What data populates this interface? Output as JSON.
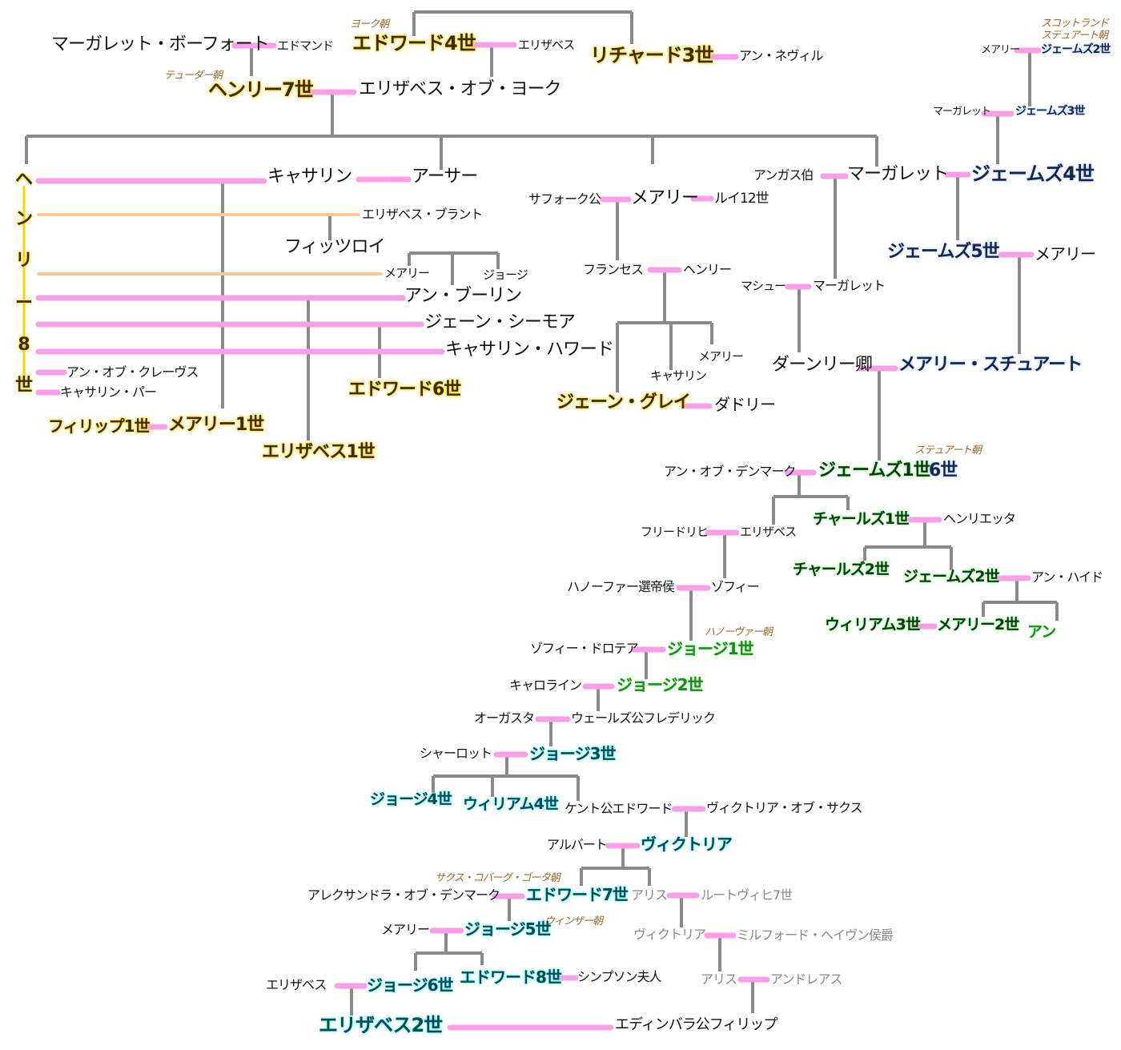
{
  "colors": {
    "marriage": "#f7a0e8",
    "descent": "#8a8a8a",
    "affair": "#f7c89a",
    "tudor_glow": "#ffe34d",
    "scotland": "#16264f",
    "stuart": "#0b3a10",
    "windsor": "#0a4a52",
    "dynasty": "#9a6a2a"
  },
  "henry8_vertical": [
    "ヘ",
    "ン",
    "リ",
    "ー",
    "8",
    "世"
  ],
  "labels": {
    "margaret_beaufort": "マーガレット・ボーフォート",
    "edmund": "エドマンド",
    "york_dynasty": "ヨーク朝",
    "edward4": "エドワード4世",
    "elizabeth_woodville": "エリザベス",
    "richard3": "リチャード3世",
    "anne_neville": "アン・ネヴィル",
    "tudor_dynasty": "テューダー朝",
    "henry7": "ヘンリー7世",
    "elizabeth_of_york": "エリザベス・オブ・ヨーク",
    "catherine_aragon": "キャサリン",
    "arthur": "アーサー",
    "elizabeth_blount": "エリザベス・ブラント",
    "fitzroy": "フィッツロイ",
    "mary_boleyn": "メアリー",
    "george_boleyn": "ジョージ",
    "anne_boleyn": "アン・ブーリン",
    "jane_seymour": "ジェーン・シーモア",
    "catherine_howard": "キャサリン・ハワード",
    "anne_cleves": "アン・オブ・クレーヴス",
    "catherine_parr": "キャサリン・パー",
    "edward6": "エドワード6世",
    "philip1": "フィリップ1世",
    "mary1": "メアリー1世",
    "elizabeth1": "エリザベス1世",
    "suffolk": "サフォーク公",
    "mary_tudor": "メアリー",
    "louis12": "ルイ12世",
    "frances": "フランセス",
    "henry_grey": "ヘンリー",
    "mary_grey": "メアリー",
    "catherine_grey": "キャサリン",
    "jane_grey": "ジェーン・グレイ",
    "dudley": "ダドリー",
    "angus": "アンガス伯",
    "margaret_tudor": "マーガレット",
    "james4": "ジェームズ4世",
    "scot_dynasty_1": "スコットランド",
    "scot_dynasty_2": "ステュアート朝",
    "mary_guelders": "メアリー",
    "james2_scot": "ジェームズ2世",
    "margaret_denmark": "マーガレット",
    "james3": "ジェームズ3世",
    "james5": "ジェームズ5世",
    "mary_guise": "メアリー",
    "matthew": "マシュー",
    "margaret_douglas": "マーガレット",
    "darnley": "ダーンリー卿",
    "mary_stuart": "メアリー・スチュアート",
    "stuart_dynasty": "ステュアート朝",
    "anne_denmark": "アン・オブ・デンマーク",
    "james1_a": "ジェームズ1世",
    "james1_b": "6世",
    "charles1": "チャールズ1世",
    "henrietta": "ヘンリエッタ",
    "frederick": "フリードリヒ",
    "elizabeth_stuart": "エリザベス",
    "charles2": "チャールズ2世",
    "james2": "ジェームズ2世",
    "anne_hyde": "アン・ハイド",
    "hanover_elector": "ハノーファー選帝侯",
    "sophia": "ゾフィー",
    "william3": "ウィリアム3世",
    "mary2": "メアリー2世",
    "anne": "アン",
    "hanover_dynasty": "ハノーヴァー朝",
    "sophia_dorothea": "ゾフィー・ドロテア",
    "george1": "ジョージ1世",
    "caroline": "キャロライン",
    "george2": "ジョージ2世",
    "augusta": "オーガスタ",
    "frederick_wales": "ウェールズ公フレデリック",
    "charlotte": "シャーロット",
    "george3": "ジョージ3世",
    "george4": "ジョージ4世",
    "william4": "ウィリアム4世",
    "kent": "ケント公エドワード",
    "victoria_saxe": "ヴィクトリア・オブ・サクス",
    "albert": "アルバート",
    "victoria": "ヴィクトリア",
    "saxe_dynasty": "サクス・コバーグ・ゴータ朝",
    "alexandra": "アレクサンドラ・オブ・デンマーク",
    "edward7": "エドワード7世",
    "alice": "アリス",
    "ludwig7": "ルートヴィヒ7世",
    "mary_teck": "メアリー",
    "george5": "ジョージ5世",
    "windsor_dynasty": "ウィンザー朝",
    "victoria_hesse": "ヴィクトリア",
    "milford_haven": "ミルフォード・ヘイヴン侯爵",
    "elizabeth_bowes": "エリザベス",
    "george6": "ジョージ6世",
    "edward8": "エドワード8世",
    "simpson": "シンプソン夫人",
    "alice_battenberg": "アリス",
    "andreas": "アンドレアス",
    "elizabeth2": "エリザベス2世",
    "philip": "エディンバラ公フィリップ"
  }
}
